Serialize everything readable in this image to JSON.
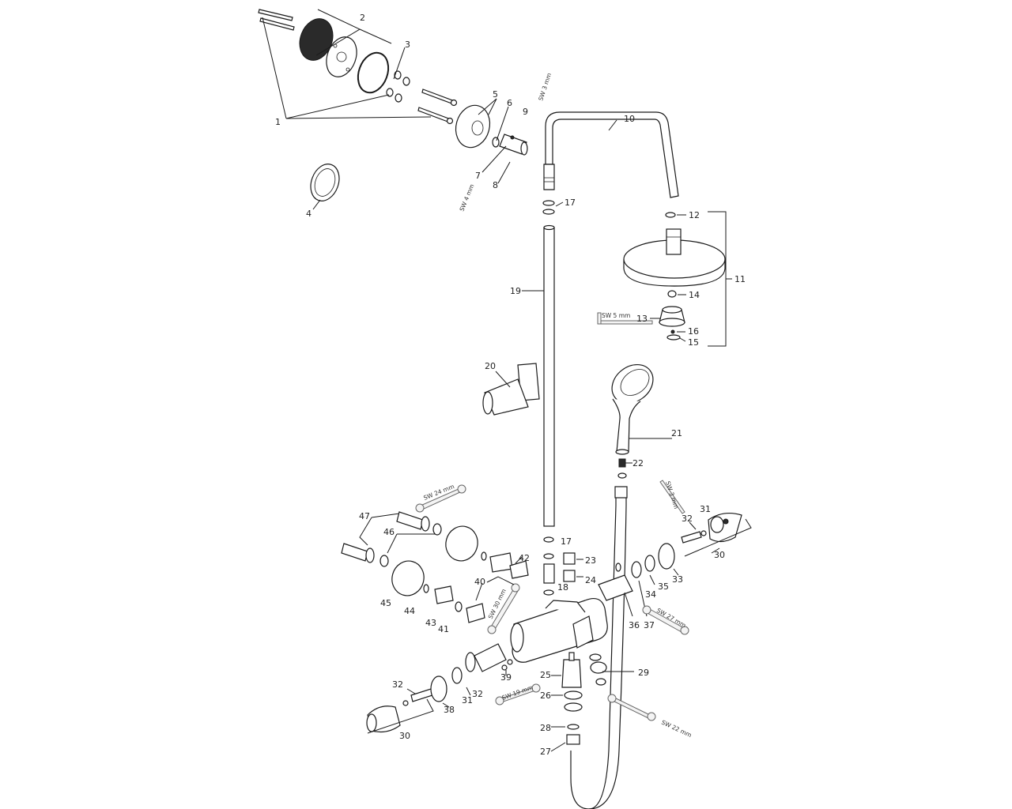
{
  "diagram": {
    "part_labels": [
      "1",
      "2",
      "3",
      "4",
      "5",
      "6",
      "7",
      "8",
      "9",
      "10",
      "11",
      "12",
      "13",
      "14",
      "15",
      "16",
      "17",
      "17",
      "18",
      "19",
      "20",
      "21",
      "22",
      "23",
      "24",
      "25",
      "26",
      "27",
      "28",
      "29",
      "30",
      "30",
      "31",
      "31",
      "32",
      "32",
      "32",
      "33",
      "34",
      "35",
      "36",
      "37",
      "38",
      "39",
      "40",
      "41",
      "42",
      "43",
      "44",
      "45",
      "46",
      "47"
    ],
    "tool_labels": [
      "SW 3 mm",
      "SW 4 mm",
      "SW 5 mm",
      "SW 24 mm",
      "SW 30 mm",
      "SW 3 mm",
      "SW 27 mm",
      "SW 19 mm",
      "SW 22 mm"
    ],
    "colors": {
      "line": "#1a1a1a",
      "tool_fill": "#f4f4f4",
      "tool_stroke": "#666666"
    }
  }
}
